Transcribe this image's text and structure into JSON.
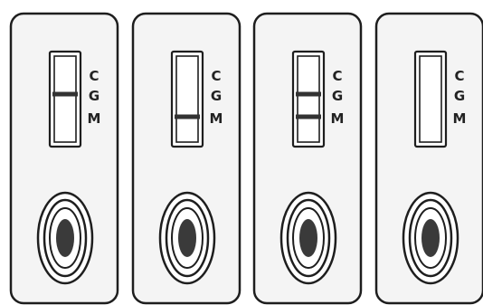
{
  "colors": {
    "outline": "#1e1e1e",
    "band": "#333333",
    "sample_well": "#3a3a3a",
    "card_fill": "#f4f4f4",
    "background": "#ffffff"
  },
  "legend_letters": [
    "C",
    "G",
    "M"
  ],
  "cards": [
    {
      "bands": [
        "G"
      ]
    },
    {
      "bands": [
        "M"
      ]
    },
    {
      "bands": [
        "G",
        "M"
      ]
    },
    {
      "bands": []
    }
  ]
}
